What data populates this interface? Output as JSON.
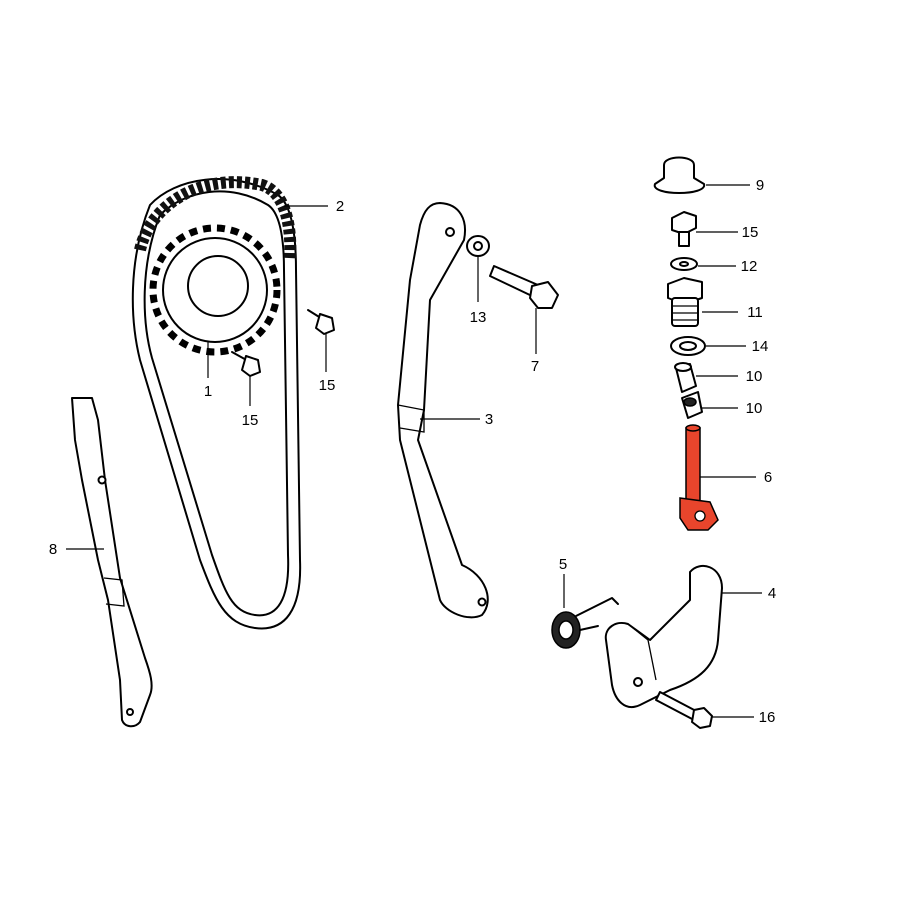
{
  "callouts": [
    {
      "id": "1",
      "text": "1"
    },
    {
      "id": "2",
      "text": "2"
    },
    {
      "id": "3",
      "text": "3"
    },
    {
      "id": "4",
      "text": "4"
    },
    {
      "id": "5",
      "text": "5"
    },
    {
      "id": "6",
      "text": "6"
    },
    {
      "id": "7",
      "text": "7"
    },
    {
      "id": "8",
      "text": "8"
    },
    {
      "id": "9",
      "text": "9"
    },
    {
      "id": "10a",
      "text": "10"
    },
    {
      "id": "10b",
      "text": "10"
    },
    {
      "id": "11",
      "text": "11"
    },
    {
      "id": "12",
      "text": "12"
    },
    {
      "id": "13",
      "text": "13"
    },
    {
      "id": "14",
      "text": "14"
    },
    {
      "id": "15a",
      "text": "15"
    },
    {
      "id": "15b",
      "text": "15"
    },
    {
      "id": "15c",
      "text": "15"
    },
    {
      "id": "16",
      "text": "16"
    }
  ],
  "colors": {
    "highlight": "#e8452c",
    "line": "#000000",
    "background": "#ffffff"
  }
}
